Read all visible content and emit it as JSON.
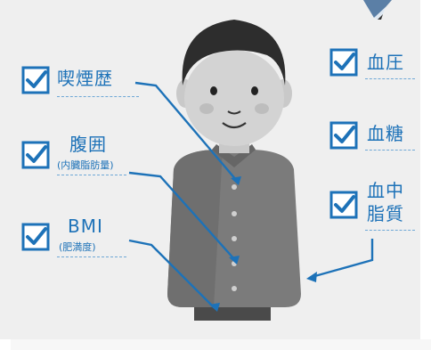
{
  "colors": {
    "accent": "#1d72b8",
    "check": "#1d72b8",
    "background": "#efefef"
  },
  "left_items": [
    {
      "label": "喫煙歴",
      "sub": ""
    },
    {
      "label": "腹囲",
      "sub": "(内臓脂肪量)"
    },
    {
      "label": "BMI",
      "sub": "(肥満度)"
    }
  ],
  "right_items": [
    {
      "label": "血圧"
    },
    {
      "label": "血糖"
    },
    {
      "label_line1": "血中",
      "label_line2": "脂質"
    }
  ],
  "icons": [
    "checkbox-checked-icon",
    "pen-icon",
    "arrow-icon"
  ]
}
